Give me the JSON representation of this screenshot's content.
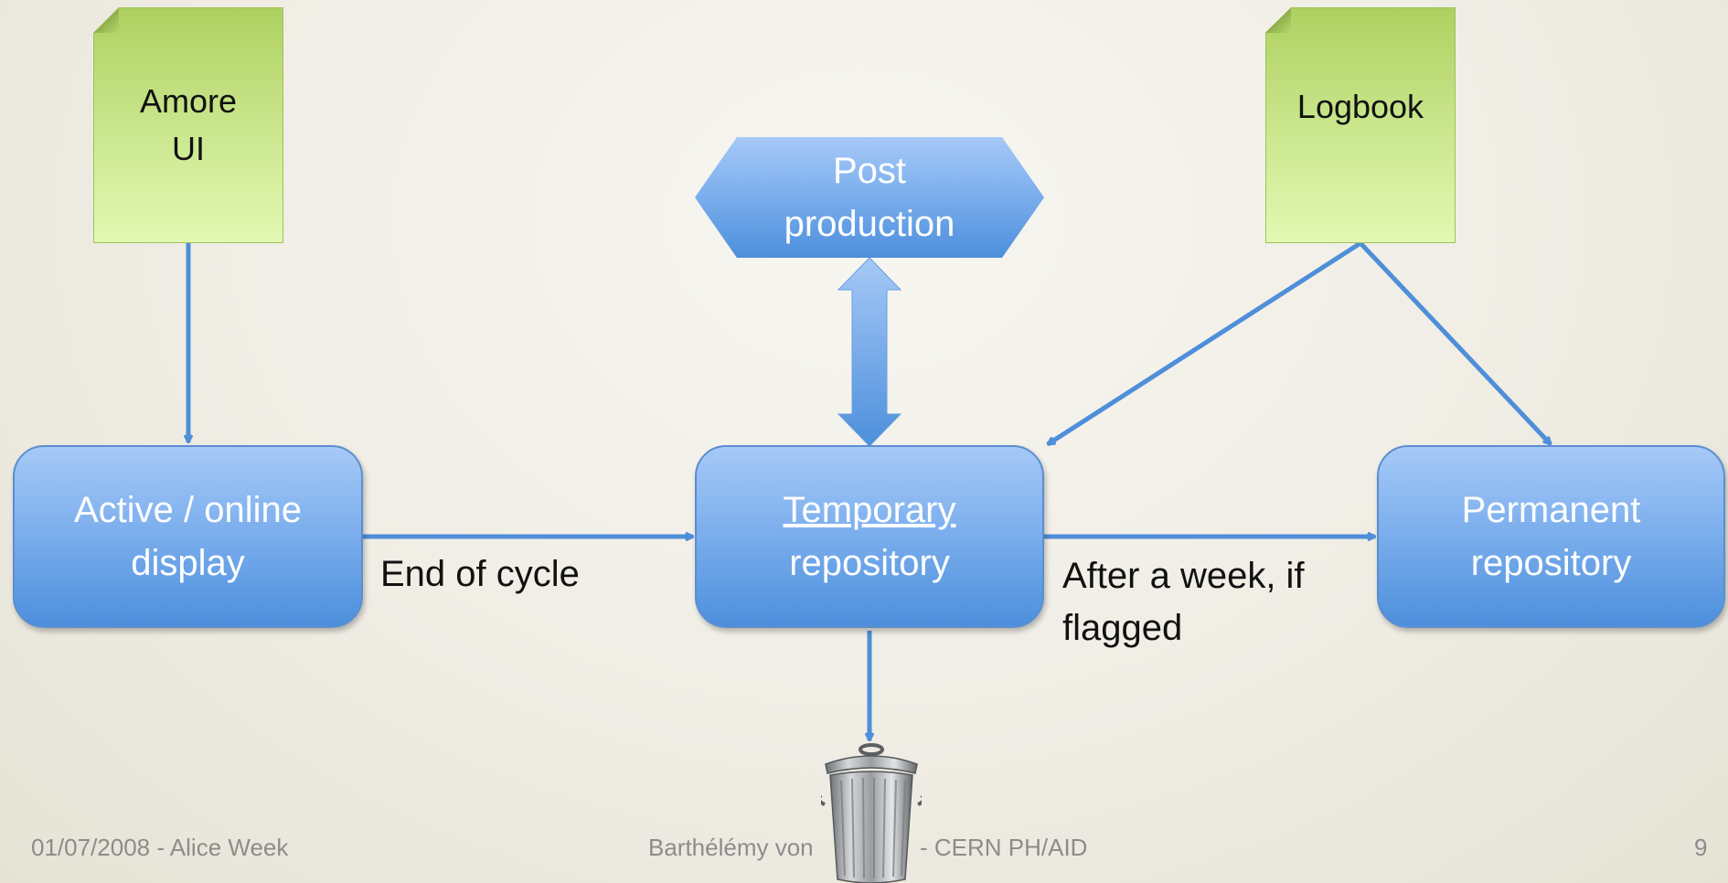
{
  "nodes": {
    "amore_ui": {
      "line1": "Amore",
      "line2": "UI"
    },
    "logbook": {
      "label": "Logbook"
    },
    "post_production": {
      "line1": "Post",
      "line2": "production"
    },
    "active_display": {
      "line1": "Active / online",
      "line2": "display"
    },
    "temporary_repository": {
      "line1": "Temporary",
      "line2": "repository"
    },
    "permanent_repository": {
      "line1": "Permanent",
      "line2": "repository"
    }
  },
  "edges": {
    "end_of_cycle": "End of cycle",
    "after_week": {
      "line1": "After a week, if",
      "line2": "flagged"
    }
  },
  "footer": {
    "date": "01/07/2008 - Alice Week",
    "author_left": "Barthélémy von",
    "author_right": "- CERN PH/AID",
    "page": "9"
  },
  "colors": {
    "box_blue": "#7eb0ee",
    "arrow_blue": "#4f8ed8",
    "note_green": "#c9e68c"
  },
  "icons": {
    "trash": "trash-can-icon"
  }
}
